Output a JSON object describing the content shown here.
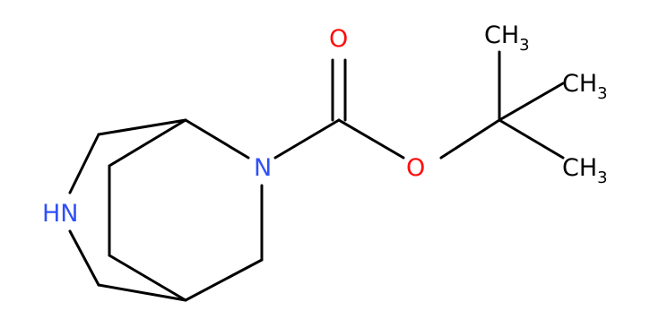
{
  "diagram": {
    "kind": "chemical-structure",
    "atom_labels": {
      "nh": "HN",
      "n": "N",
      "o_carbonyl": "O",
      "o_ester": "O",
      "ch3_top": "CH",
      "ch3_middle": "CH",
      "ch3_bottom": "CH",
      "subscript": "3"
    },
    "colors": {
      "bond": "#000000",
      "nitrogen": "#3050F8",
      "oxygen": "#FF0D0D"
    }
  }
}
